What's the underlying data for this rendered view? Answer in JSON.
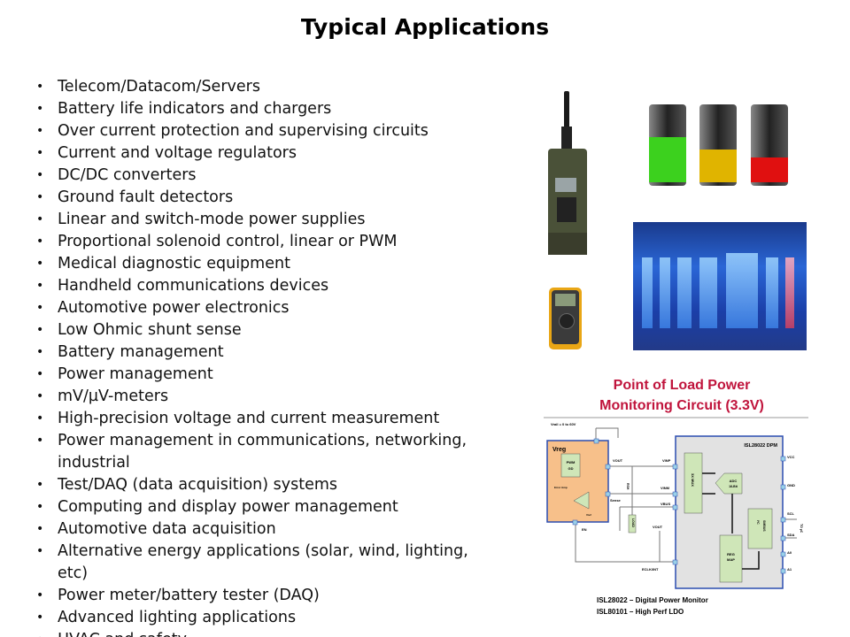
{
  "title": "Typical Applications",
  "applications": [
    "Telecom/Datacom/Servers",
    "Battery life indicators and chargers",
    "Over current protection and supervising circuits",
    "Current and voltage regulators",
    "DC/DC converters",
    "Ground fault detectors",
    "Linear and switch-mode power supplies",
    "Proportional solenoid control, linear or PWM",
    "Medical diagnostic equipment",
    "Handheld communications devices",
    "Automotive power electronics",
    "Low Ohmic shunt sense",
    "Battery management",
    "Power management",
    "mV/µV-meters",
    "High-precision voltage and current measurement",
    "Power management in communications, networking, industrial",
    "Test/DAQ (data acquisition) systems",
    "Computing and display power management",
    "Automotive data acquisition",
    "Alternative energy applications (solar, wind, lighting, etc)",
    "Power meter/battery tester (DAQ)",
    "Advanced lighting applications",
    "HVAC and safety"
  ],
  "batteries": [
    {
      "level": 0.55,
      "color": "#3cd11e"
    },
    {
      "level": 0.4,
      "color": "#e0b400"
    },
    {
      "level": 0.3,
      "color": "#e01010"
    }
  ],
  "diagram": {
    "title_line1": "Point of Load Power",
    "title_line2": "Monitoring Circuit (3.3V)",
    "title_color": "#c0143c",
    "vrail": "Vrail = 0 to 60V",
    "vreg": "Vreg",
    "pwm": "PWM",
    "gd": "GD",
    "error_amp": "Error Amp",
    "vref": "Vref",
    "vout": "VOUT",
    "sense": "Sense",
    "en": "EN",
    "rsh": "RSH",
    "load": "LOAD",
    "vout2": "VOUT",
    "eclk": "ECLK/INT",
    "dpm": "ISL28022 DPM",
    "vinp": "VINP",
    "vinm": "VINM",
    "vbus": "VBUS",
    "mux": "3X MUX",
    "adc1": "ADC",
    "adc2": "16-Bit",
    "smbus1": "I²C",
    "smbus2": "SMBUS",
    "regmap1": "REG",
    "regmap2": "MAP",
    "vcc": "VCC",
    "gnd": "GND",
    "scl": "SCL",
    "sda": "SDA",
    "a0": "A0",
    "a1": "A1",
    "to_uc": "TO µC",
    "caption1": "ISL28022 – Digital Power Monitor",
    "caption2": "ISL80101 – High Perf LDO"
  }
}
